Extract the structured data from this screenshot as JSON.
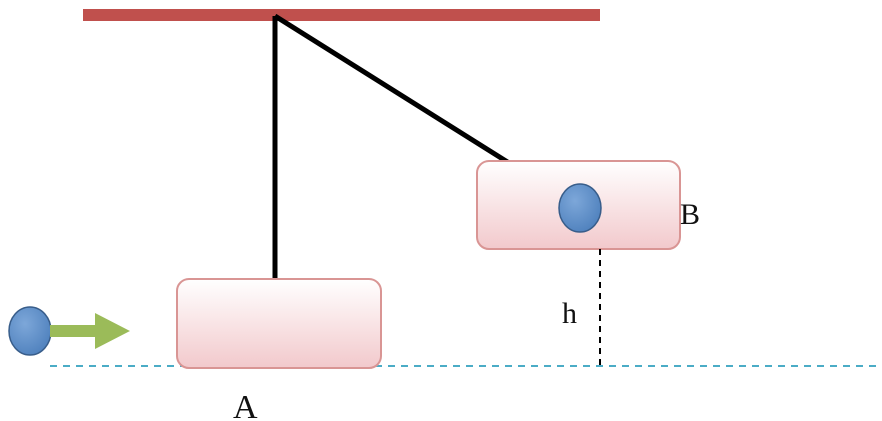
{
  "labels": {
    "block_a": "A",
    "block_b": "B",
    "height": "h"
  },
  "colors": {
    "ceiling": "#c0504d",
    "string": "#000000",
    "block_fill_top": "#ffffff",
    "block_fill_bottom": "#f2c9cc",
    "block_stroke": "#d99594",
    "ball_fill": "#4f81bd",
    "ball_stroke": "#385d8a",
    "arrow": "#9bbb59",
    "ground_line": "#4bacc6",
    "height_line": "#000000"
  },
  "icons": {
    "ball": "circle",
    "arrow": "right-arrow"
  }
}
